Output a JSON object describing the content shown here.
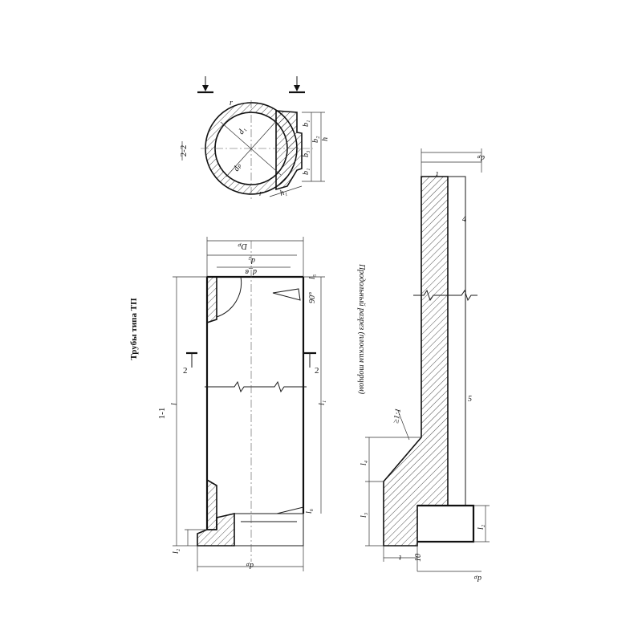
{
  "title": "Трубы типа ТП",
  "views": {
    "section_2_2": {
      "name": "2-2"
    },
    "section_1_1": {
      "name": "1-1"
    },
    "longitudinal": {
      "name": "Продольный разрез (плоским торцом)"
    }
  },
  "labels": {
    "d1": "d₁",
    "dp": "dₚ",
    "r": "r",
    "b1": "b₁",
    "b2": "b₂",
    "b3": "b₃",
    "h": "h",
    "h1": "h₁",
    "l": "l",
    "l1": "l₁",
    "l2": "l₂",
    "l3": "l₃",
    "l4": "l₄",
    "l5": "l₅",
    "l6": "l₆",
    "dp_cap": "Dₚ",
    "d2": "d₂",
    "dv": "d_в",
    "angle": "90°",
    "t": "t",
    "ratio": "≥1:1",
    "ten": "10",
    "mark_2": "2",
    "mark_4": "4",
    "mark_5": "5"
  }
}
